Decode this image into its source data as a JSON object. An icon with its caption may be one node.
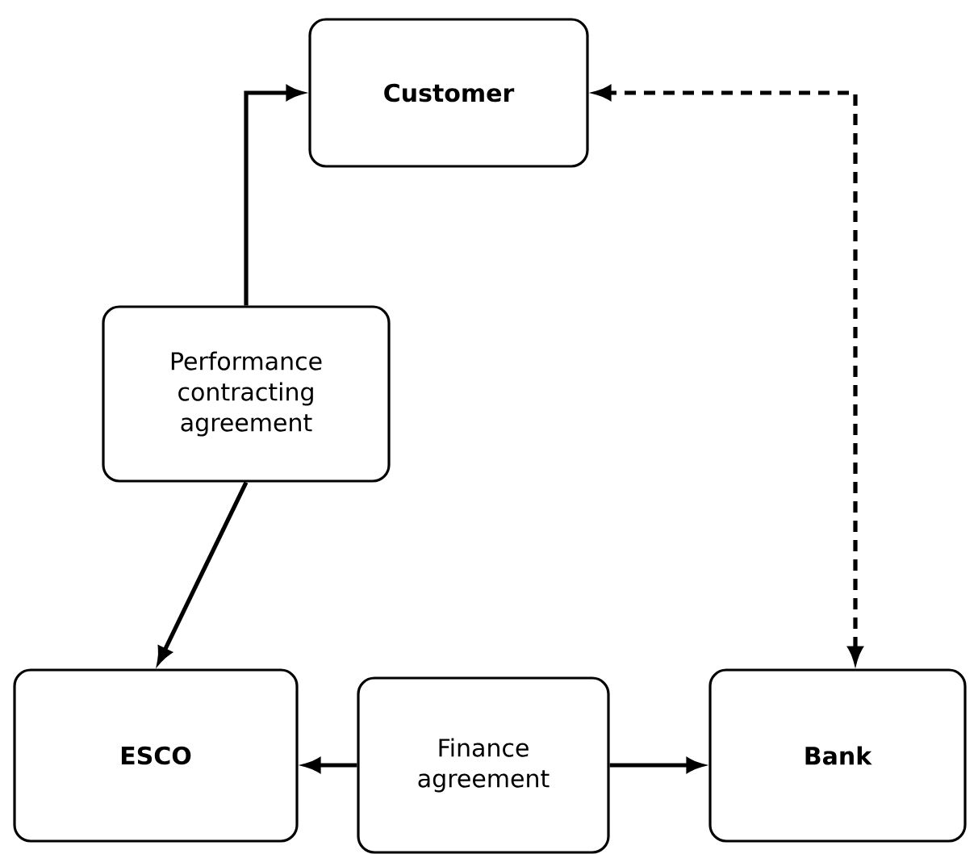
{
  "diagram": {
    "nodes": [
      {
        "text": [
          "Customer"
        ]
      },
      {
        "text": [
          "Performance contracting agreement"
        ]
      },
      {
        "text": [
          "ESCO"
        ]
      },
      {
        "text": [
          "Finance agreement"
        ]
      },
      {
        "text": [
          "Bank"
        ]
      }
    ],
    "edges": [
      {
        "from": 1,
        "to": 0,
        "arrow": "to"
      },
      {
        "from": 1,
        "to": 2,
        "arrow": "to"
      },
      {
        "from": 3,
        "to": 2,
        "arrow": "to"
      },
      {
        "from": 3,
        "to": 4,
        "arrow": "to"
      },
      {
        "from": 4,
        "to": 0,
        "arrow": "both",
        "style": "dashed"
      }
    ]
  }
}
